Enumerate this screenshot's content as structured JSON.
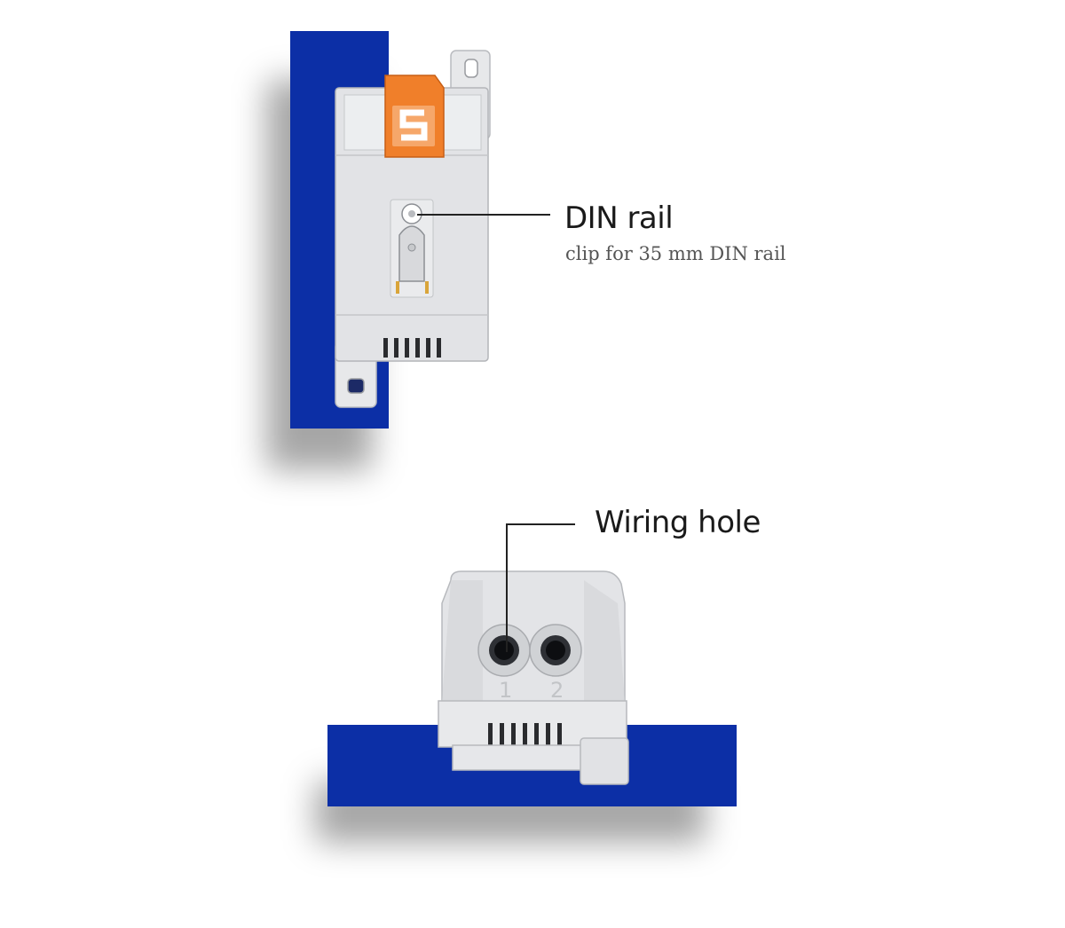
{
  "callouts": {
    "din_rail": {
      "title": "DIN rail",
      "subtitle": "clip for 35 mm DIN rail"
    },
    "wiring_hole": {
      "title": "Wiring hole"
    }
  },
  "terminal_numbers": [
    "1",
    "2"
  ],
  "logo": {
    "letter": "S"
  },
  "colors": {
    "rail_blue": "#0c2fa6",
    "housing_grey": "#e2e3e6",
    "clip_orange": "#f07f2a",
    "text_dark": "#1a1a1a"
  }
}
